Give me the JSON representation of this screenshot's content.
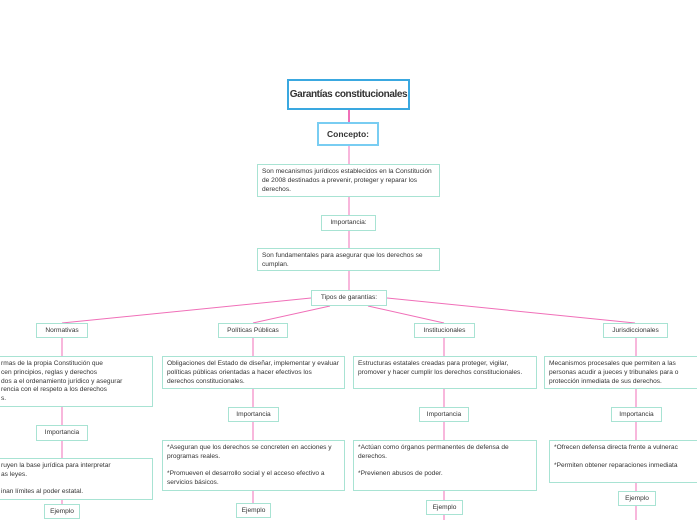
{
  "title": "Garantías constitucionales",
  "concept_label": "Concepto:",
  "concept_text": "Son mecanismos jurídicos establecidos en la Constitución de 2008 destinados a prevenir, proteger y reparar los derechos.",
  "importance_label": "Importancia:",
  "importance_text": "Son fundamentales para asegurar que los derechos se cumplan.",
  "types_label": "Tipos de garantías:",
  "colors": {
    "line": "#f06fb8",
    "box_border": "#a8e3d3",
    "title_border": "#3aa8e0"
  },
  "types": [
    {
      "name": "Normativas",
      "description": "rmas de la propia Constitución que\ncen principios, reglas y derechos\ndos a el ordenamiento jurídico y asegurar\nrencia con el respeto a los derechos\ns.",
      "importance_label": "Importancia",
      "importance": "ruyen la base jurídica para interpretar\nas leyes.\n\ninan límites al poder estatal.",
      "example_label": "Ejemplo"
    },
    {
      "name": "Políticas Públicas",
      "description": "Obligaciones del Estado de diseñar, implementar y evaluar políticas públicas orientadas a hacer efectivos los derechos constitucionales.",
      "importance_label": "Importancia",
      "importance": "*Aseguran que los derechos se concreten en acciones y programas reales.\n\n*Promueven el desarrollo social y el acceso efectivo a servicios básicos.",
      "example_label": "Ejemplo"
    },
    {
      "name": "Institucionales",
      "description": "Estructuras estatales creadas para proteger, vigilar, promover y hacer cumplir los derechos constitucionales.",
      "importance_label": "Importancia",
      "importance": "*Actúan como órganos permanentes de defensa de derechos.\n\n*Previenen abusos de poder.",
      "example_label": "Ejemplo"
    },
    {
      "name": "Jurisdiccionales",
      "description": "Mecanismos procesales que permiten a las\npersonas acudir a jueces y tribunales para o\nprotección inmediata de sus derechos.",
      "importance_label": "Importancia",
      "importance": "*Ofrecen defensa directa frente a vulnerac\n\n*Permiten obtener reparaciones inmediata",
      "example_label": "Ejemplo"
    }
  ]
}
